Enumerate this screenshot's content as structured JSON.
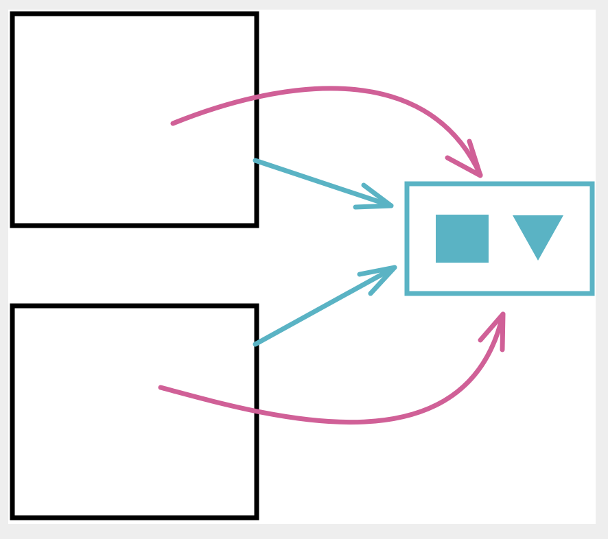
{
  "colors": {
    "page_background": "#eeeeee",
    "panel_background": "#ffffff",
    "box_stroke": "#000000",
    "teal": "#5ab3c4",
    "magenta": "#d06097"
  },
  "elements": {
    "source_box_top": {
      "shape": "rectangle",
      "stroke": "black"
    },
    "source_box_bottom": {
      "shape": "rectangle",
      "stroke": "black"
    },
    "target_box": {
      "shape": "rectangle",
      "stroke": "teal",
      "contents": [
        "square-icon",
        "triangle-down-icon"
      ]
    }
  },
  "connections": [
    {
      "from": "source_box_top",
      "to": "target_box",
      "style": "curved",
      "color": "magenta"
    },
    {
      "from": "source_box_top",
      "to": "target_box",
      "style": "straight",
      "color": "teal"
    },
    {
      "from": "source_box_bottom",
      "to": "target_box",
      "style": "straight",
      "color": "teal"
    },
    {
      "from": "source_box_bottom",
      "to": "target_box",
      "style": "curved",
      "color": "magenta"
    }
  ]
}
